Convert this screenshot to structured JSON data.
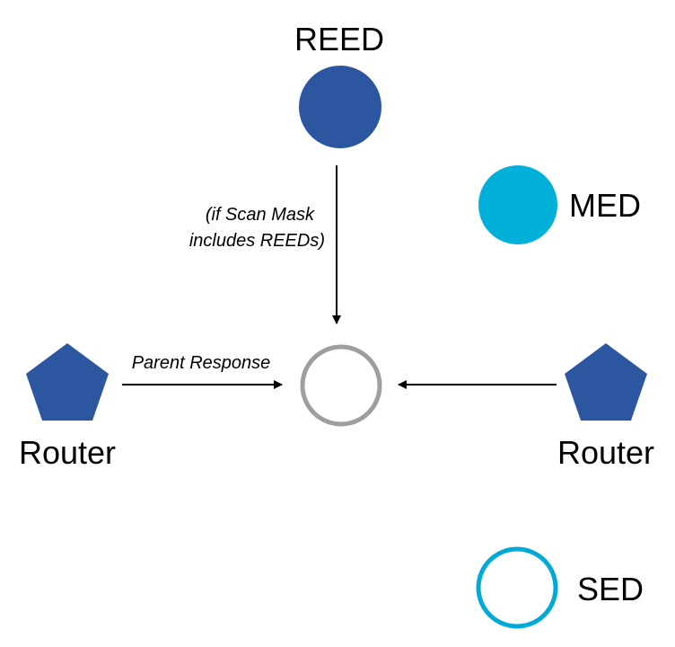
{
  "nodes": {
    "reed": {
      "label": "REED",
      "shape": "filled-circle",
      "color": "#2c57a0"
    },
    "med": {
      "label": "MED",
      "shape": "filled-circle",
      "color": "#00b0d8"
    },
    "router_left": {
      "label": "Router",
      "shape": "pentagon",
      "color": "#2c57a0"
    },
    "router_right": {
      "label": "Router",
      "shape": "pentagon",
      "color": "#2c57a0"
    },
    "sed": {
      "label": "SED",
      "shape": "outline-circle",
      "color": "#00a9d6"
    },
    "child": {
      "label": "",
      "shape": "outline-circle",
      "color": "#9e9e9e"
    }
  },
  "edges": {
    "reed_to_child": {
      "label_line1": "(if Scan Mask",
      "label_line2": "includes REEDs)"
    },
    "left_router_to_child": {
      "label": "Parent Response"
    },
    "right_router_to_child": {
      "label": ""
    }
  },
  "colors": {
    "arrow": "#000000"
  }
}
